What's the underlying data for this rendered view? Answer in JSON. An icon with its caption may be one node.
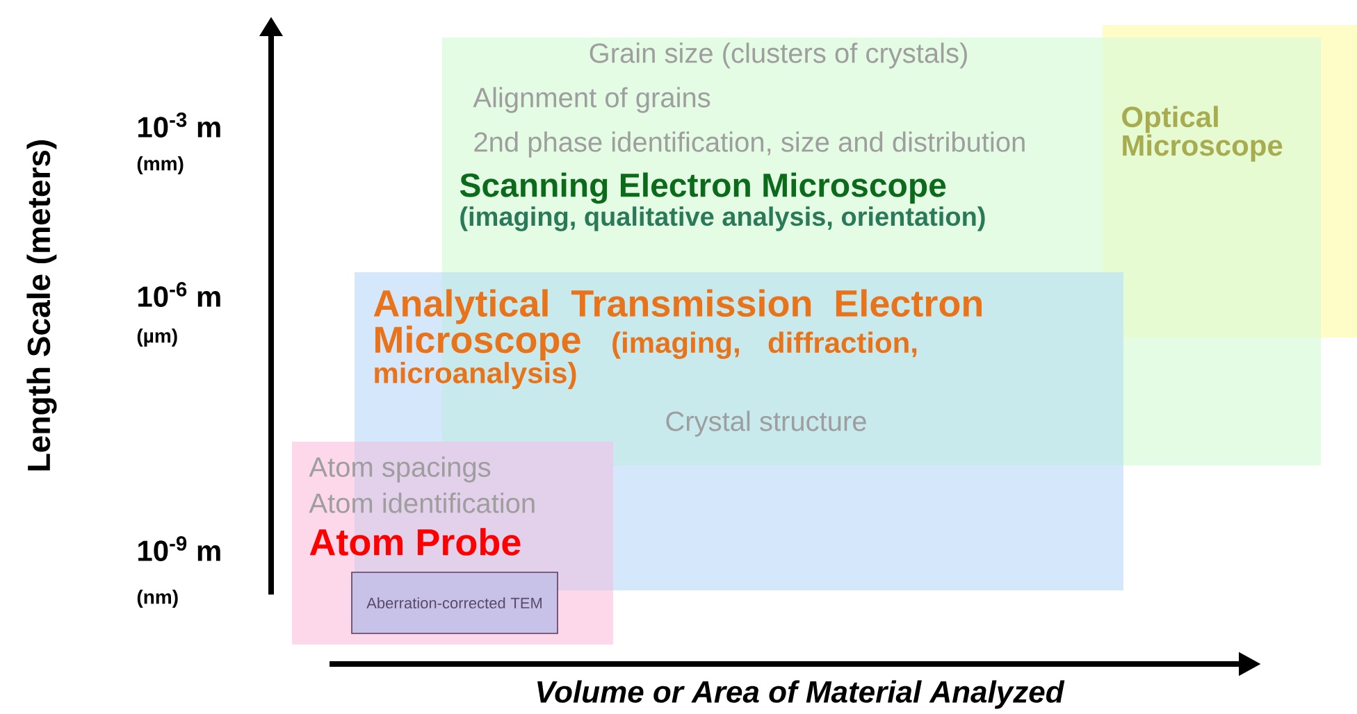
{
  "diagram": {
    "nodes": [
      {
        "text": [
          "Scanning Electron Microscope",
          "(imaging, qualitative analysis, orientation)"
        ]
      },
      {
        "text": [
          "Optical Microscope"
        ]
      },
      {
        "text": [
          "Analytical Transmission Electron Microscope",
          "(imaging, diffraction, microanalysis)"
        ]
      },
      {
        "text": [
          "Atom Probe"
        ]
      },
      {
        "text": [
          "Aberration-corrected TEM"
        ],
        "in": 3
      }
    ],
    "edges": [],
    "labels": [
      "Length Scale (meters)",
      "10$^{-3}$ m",
      "(mm)",
      "10$^{-6}$ m",
      "(µm)",
      "10$^{-9}$ m",
      "(nm)",
      "Volume or Area of Material Analyzed",
      "Grain size (clusters of crystals)",
      "Alignment of grains",
      "2nd phase identification, size and distribution",
      "Crystal structure",
      "Atom spacings",
      "Atom identification"
    ]
  }
}
